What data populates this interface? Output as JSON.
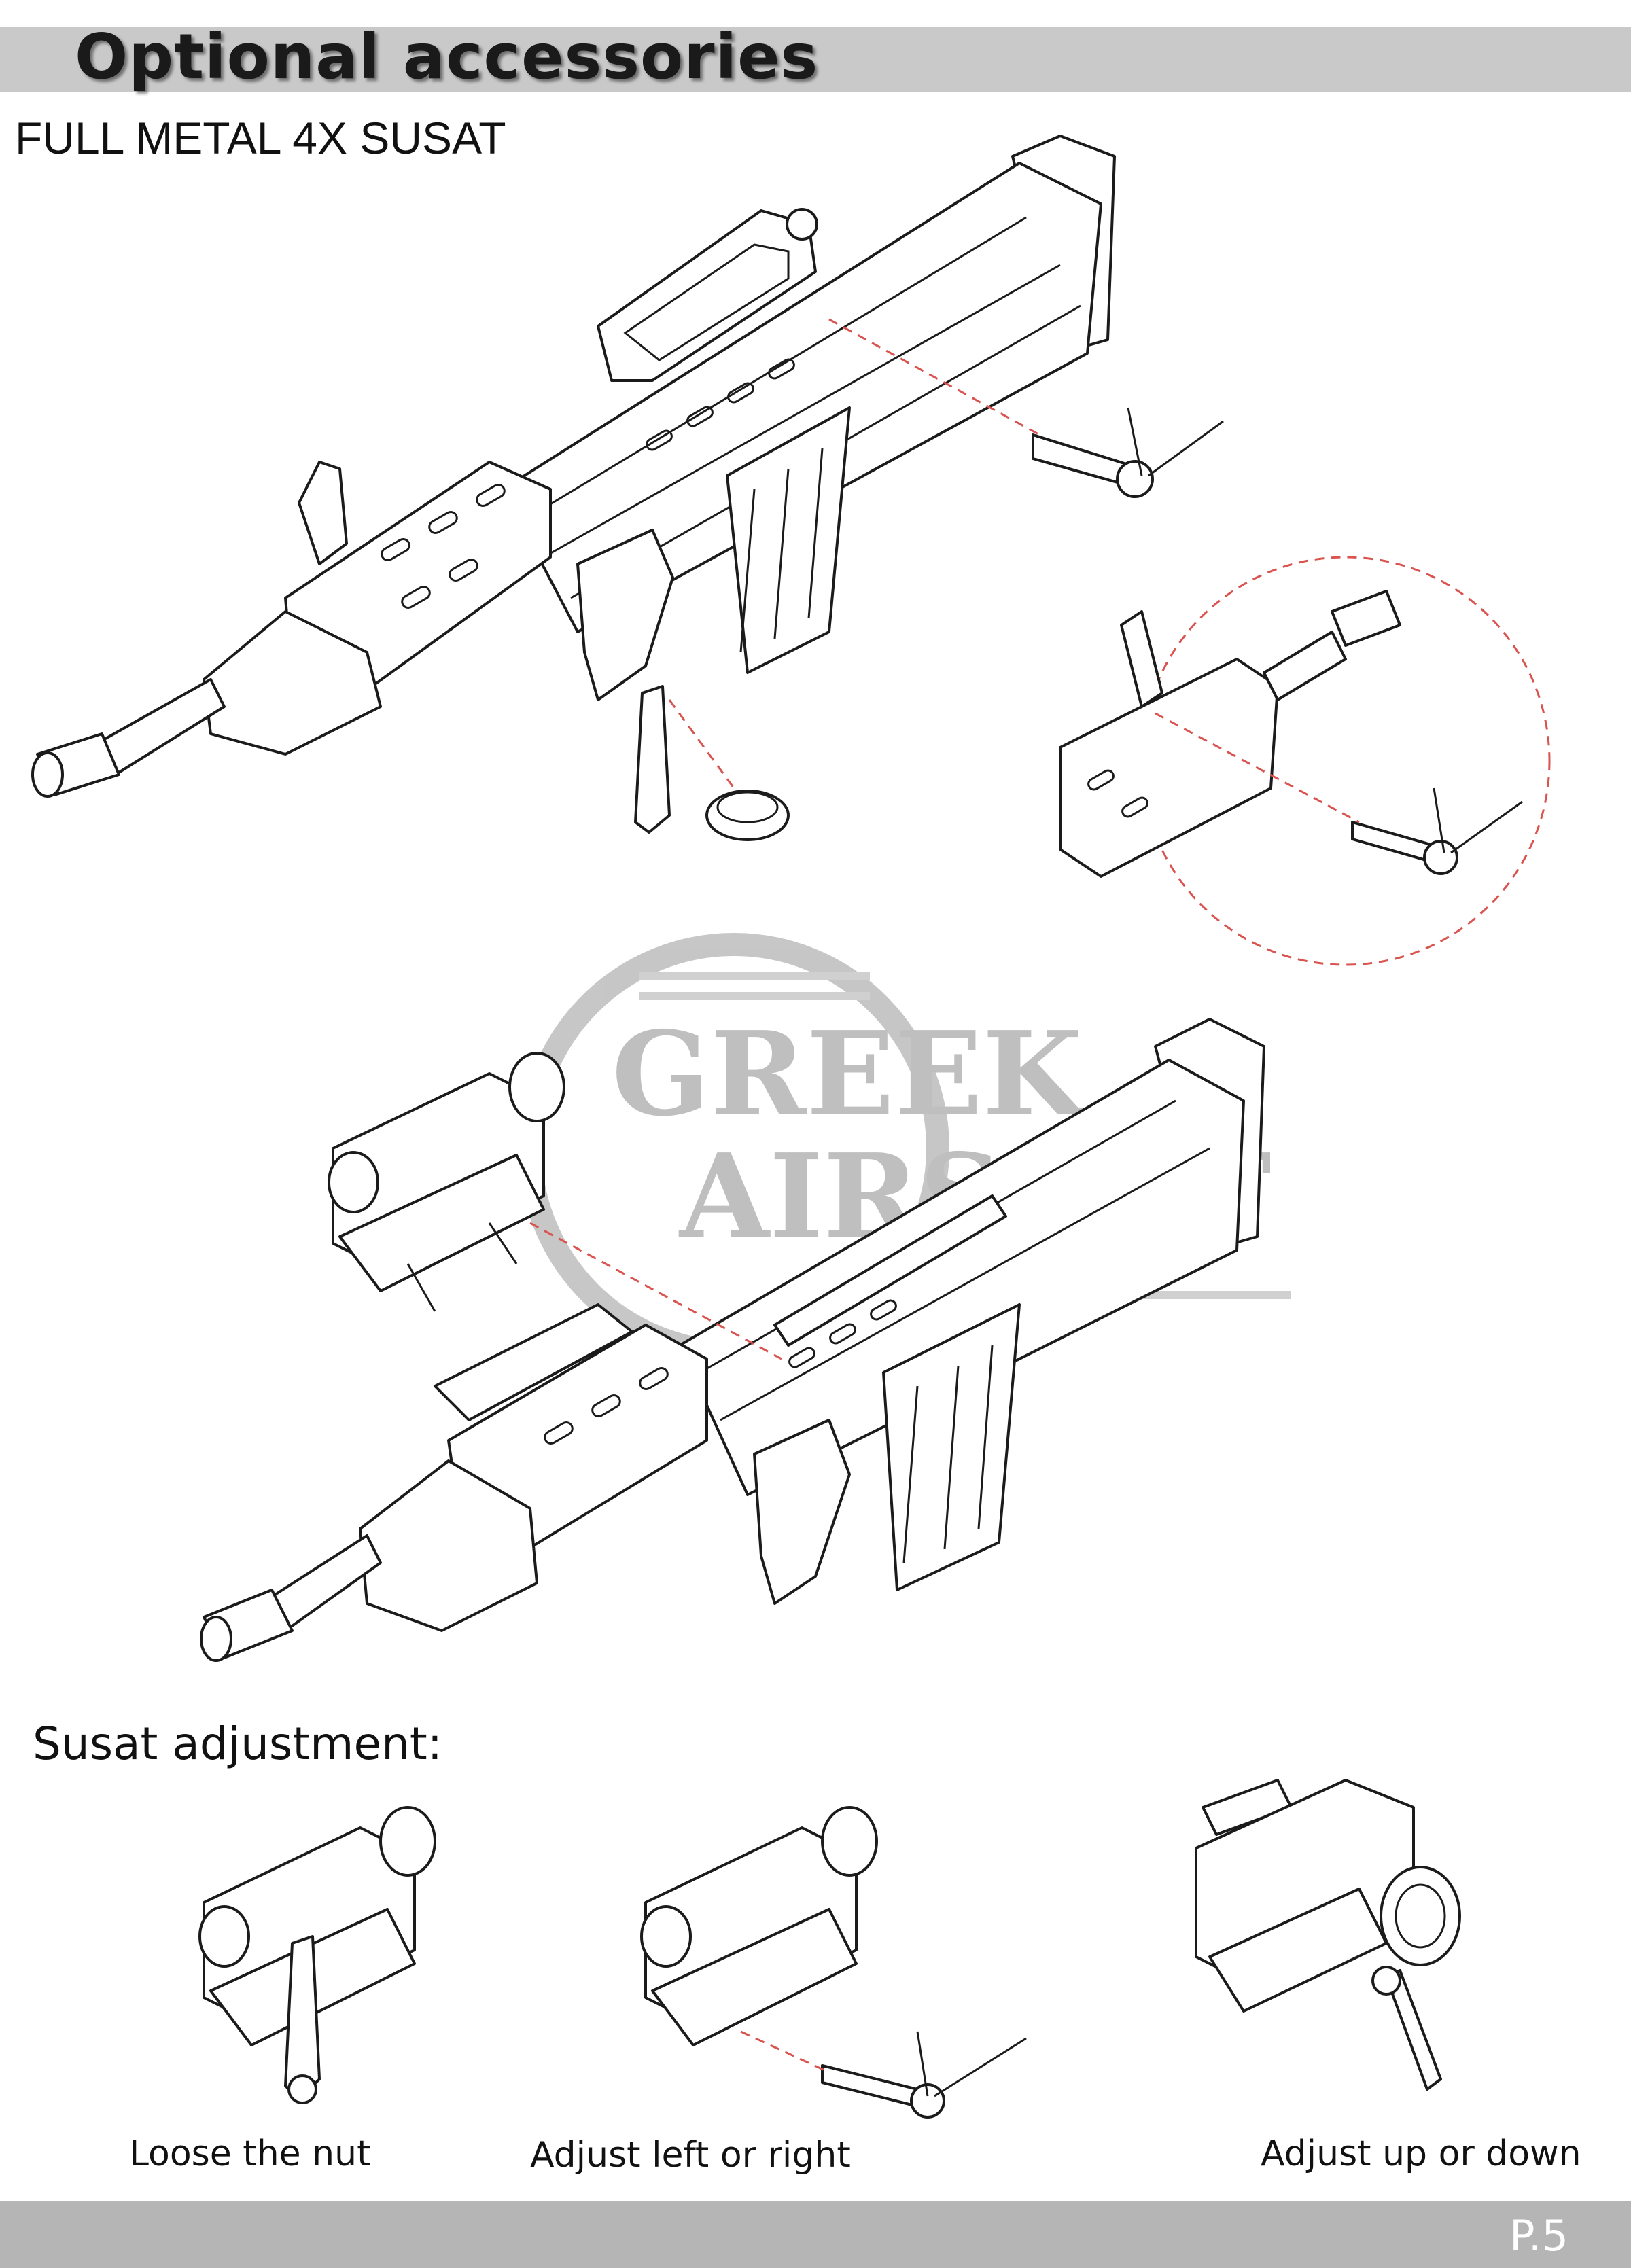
{
  "header": {
    "title": "Optional accessories"
  },
  "section": {
    "title": "FULL METAL 4X SUSAT"
  },
  "adjustment": {
    "title": "Susat adjustment:",
    "steps": [
      {
        "caption": "Loose the nut"
      },
      {
        "caption": "Adjust left or right"
      },
      {
        "caption": "Adjust up or down"
      }
    ]
  },
  "watermark": {
    "line1": "GREEK",
    "line2": "AIRSOFT"
  },
  "footer": {
    "page": "P.5"
  },
  "colors": {
    "header_bar": "#c9c9c9",
    "footer_bar": "#b5b5b5",
    "guide_line": "#d9534f",
    "watermark": "#b4b4b4"
  }
}
